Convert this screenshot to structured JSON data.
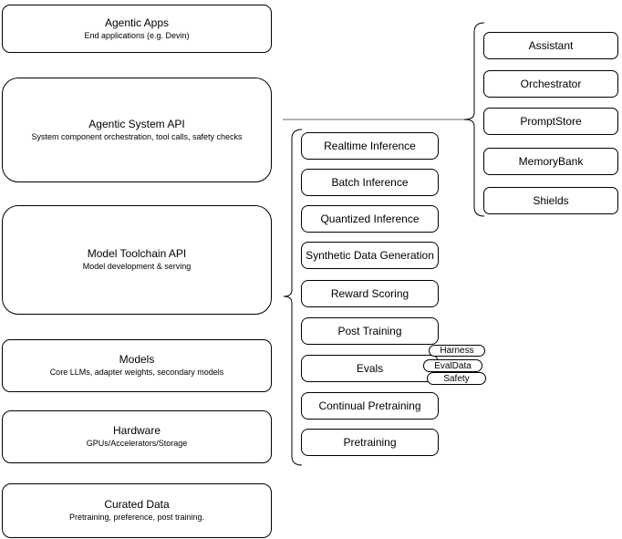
{
  "diagram": {
    "left_stack": [
      {
        "title": "Agentic Apps",
        "subtitle": "End applications (e.g. Devin)"
      },
      {
        "title": "Agentic System API",
        "subtitle": "System component orchestration, tool calls, safety checks"
      },
      {
        "title": "Model Toolchain API",
        "subtitle": "Model development & serving"
      },
      {
        "title": "Models",
        "subtitle": "Core LLMs, adapter weights, secondary models"
      },
      {
        "title": "Hardware",
        "subtitle": "GPUs/Accelerators/Storage"
      },
      {
        "title": "Curated Data",
        "subtitle": "Pretraining, preference, post training."
      }
    ],
    "toolchain_items": [
      "Realtime Inference",
      "Batch Inference",
      "Quantized Inference",
      "Synthetic Data Generation",
      "Reward Scoring",
      "Post Training",
      "Evals",
      "Continual Pretraining",
      "Pretraining"
    ],
    "evals_tags": [
      "Harness",
      "EvalData",
      "Safety"
    ],
    "system_components": [
      "Assistant",
      "Orchestrator",
      "PromptStore",
      "MemoryBank",
      "Shields"
    ],
    "colors": {
      "node_border": "#000000",
      "background": "#ffffff",
      "connector_line": "#666666"
    }
  }
}
